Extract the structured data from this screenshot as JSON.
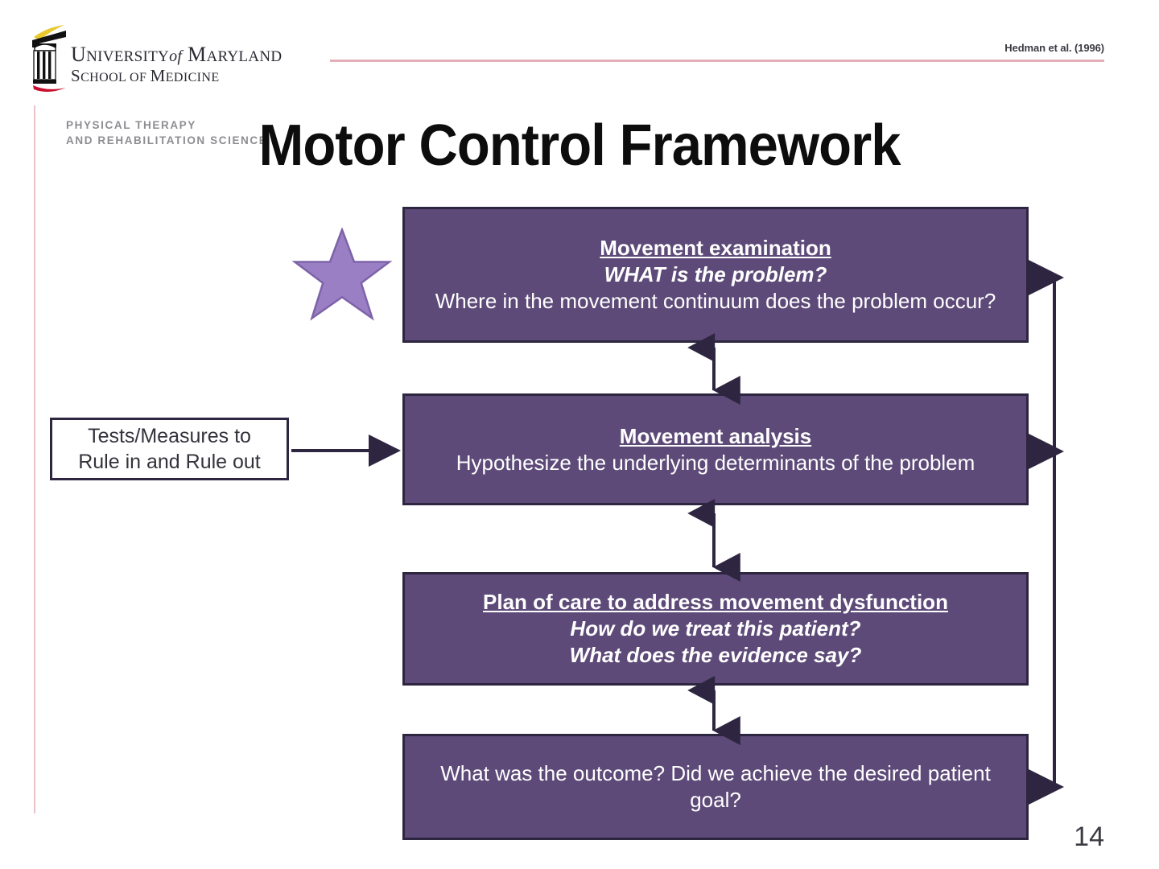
{
  "branding": {
    "wordmark_line1_a": "U",
    "wordmark_line1_b": "NIVERSITY",
    "wordmark_line1_of": "of",
    "wordmark_line1_c": "M",
    "wordmark_line1_d": "ARYLAND",
    "wordmark_line2_a": "S",
    "wordmark_line2_b": "CHOOL OF ",
    "wordmark_line2_c": "M",
    "wordmark_line2_d": "EDICINE",
    "department_line1": "PHYSICAL THERAPY",
    "department_line2": "AND REHABILITATION SCIENCE",
    "column_icon": "column-icon",
    "accent_pink": "#e3aeb8",
    "accent_gold": "#e8c82d",
    "accent_crimson": "#c8102e"
  },
  "header": {
    "citation": "Hedman et al. (1996)"
  },
  "title": "Motor Control Framework",
  "footer": {
    "page_number": "14"
  },
  "star": {
    "name": "star-highlight",
    "fill": "#9b7fc4",
    "stroke": "#7d63a8"
  },
  "callout": {
    "line1": "Tests/Measures to",
    "line2": "Rule in and Rule out"
  },
  "theme": {
    "box_fill": "#5d4a78",
    "box_border": "#2e2640",
    "box_text": "#ffffff",
    "arrow_color": "#2e2640"
  },
  "flow": {
    "boxes": [
      {
        "id": "movement-examination",
        "heading": "Movement examination",
        "emph": "WHAT is the problem?",
        "plain": "Where in the movement continuum does the problem occur?"
      },
      {
        "id": "movement-analysis",
        "heading": "Movement analysis",
        "plain": "Hypothesize the underlying determinants of the problem"
      },
      {
        "id": "plan-of-care",
        "heading": "Plan of care to address movement dysfunction",
        "emph": "How do we treat this patient?",
        "emph2": "What does the evidence say?"
      },
      {
        "id": "outcome",
        "plain": "What was the outcome? Did we achieve the desired patient goal?"
      }
    ]
  }
}
